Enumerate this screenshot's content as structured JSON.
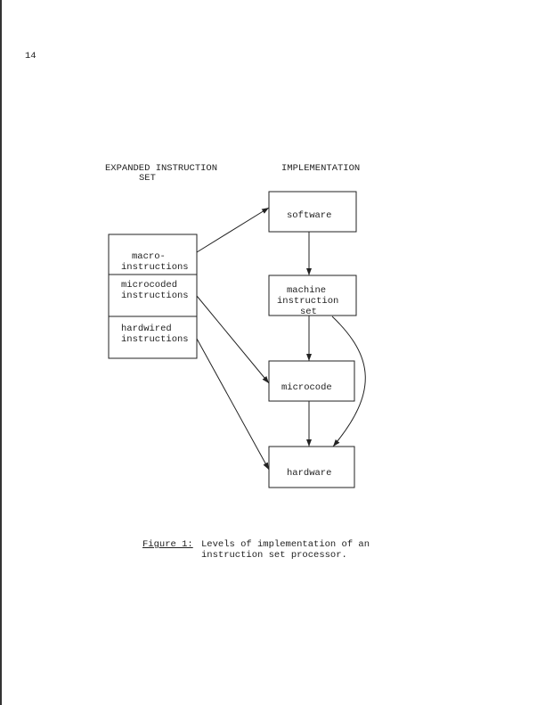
{
  "page_number": "14",
  "headers": {
    "left_line1": "EXPANDED INSTRUCTION",
    "left_line2": "SET",
    "right": "IMPLEMENTATION"
  },
  "instruction_set": [
    {
      "line1": "macro-",
      "line2": "instructions"
    },
    {
      "line1": "microcoded",
      "line2": "instructions"
    },
    {
      "line1": "hardwired",
      "line2": "instructions"
    }
  ],
  "levels": {
    "software": "software",
    "machine_line1": "machine",
    "machine_line2": "instruction",
    "machine_line3": "set",
    "microcode": "microcode",
    "hardware": "hardware"
  },
  "caption": {
    "label": "Figure 1:",
    "line1": "Levels of implementation of an",
    "line2": "instruction set processor."
  }
}
